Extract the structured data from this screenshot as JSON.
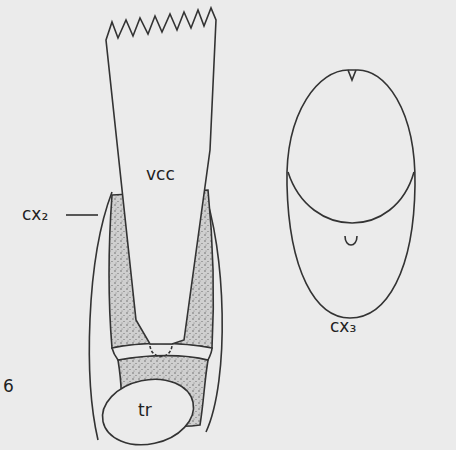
{
  "diagram": {
    "labels": [
      "vcc",
      "cx₂",
      "tr",
      "cx₃",
      "6"
    ]
  }
}
